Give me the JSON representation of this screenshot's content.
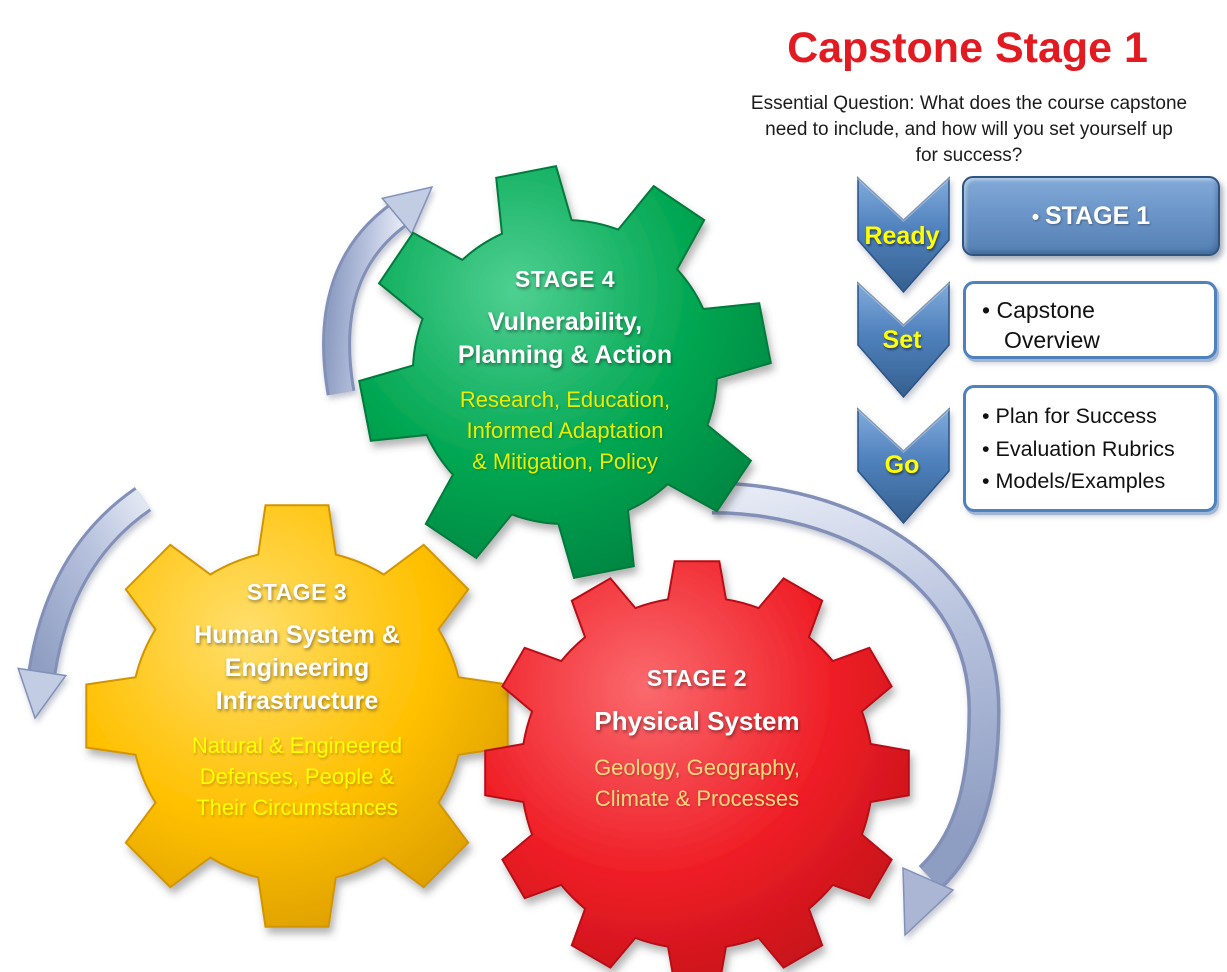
{
  "header": {
    "title": "Capstone Stage 1",
    "title_color": "#E21B23",
    "essential_question_lines": [
      "Essential Question: What does the course capstone",
      "need to include, and how will you set yourself up",
      "for success?"
    ]
  },
  "sequence": {
    "chevron_fill": "#4F81BD",
    "chevron_label_color": "#FFFF00",
    "box_border_color": "#4F81BD",
    "chevrons": [
      {
        "label": "Ready"
      },
      {
        "label": "Set"
      },
      {
        "label": "Go"
      }
    ],
    "boxes": [
      {
        "style": "filled",
        "bullets": [
          "STAGE 1"
        ]
      },
      {
        "style": "outlined",
        "bullets": [
          "Capstone Overview"
        ]
      },
      {
        "style": "outlined",
        "bullets": [
          "Plan for Success",
          "Evaluation Rubrics",
          "Models/Examples"
        ]
      }
    ]
  },
  "gears": [
    {
      "name": "stage-4",
      "stage_label": "STAGE 4",
      "title_lines": [
        "Vulnerability,",
        "Planning & Action"
      ],
      "detail_lines": [
        "Research, Education,",
        "Informed Adaptation",
        "& Mitigation, Policy"
      ],
      "fill": "#00A651",
      "fill_light": "#4FD092",
      "fill_dark": "#007A3C",
      "text_color": "#FFFFFF",
      "detail_color": "#E9EE00"
    },
    {
      "name": "stage-3",
      "stage_label": "STAGE 3",
      "title_lines": [
        "Human System &",
        "Engineering",
        "Infrastructure"
      ],
      "detail_lines": [
        "Natural & Engineered",
        "Defenses, People &",
        "Their Circumstances"
      ],
      "fill": "#FFC000",
      "fill_light": "#FFDE6B",
      "fill_dark": "#D29500",
      "text_color": "#FFFFFF",
      "detail_color": "#FFFF00"
    },
    {
      "name": "stage-2",
      "stage_label": "STAGE 2",
      "title_lines": [
        "Physical System"
      ],
      "detail_lines": [
        "Geology, Geography,",
        "Climate & Processes"
      ],
      "fill": "#EF1E26",
      "fill_light": "#FA6A6E",
      "fill_dark": "#B80F16",
      "text_color": "#FFFFFF",
      "detail_color": "#FFD87E"
    }
  ],
  "arrows": {
    "fill_light": "#DDE3F0",
    "fill_mid": "#B7C2DD",
    "fill_dark": "#8794BC"
  }
}
